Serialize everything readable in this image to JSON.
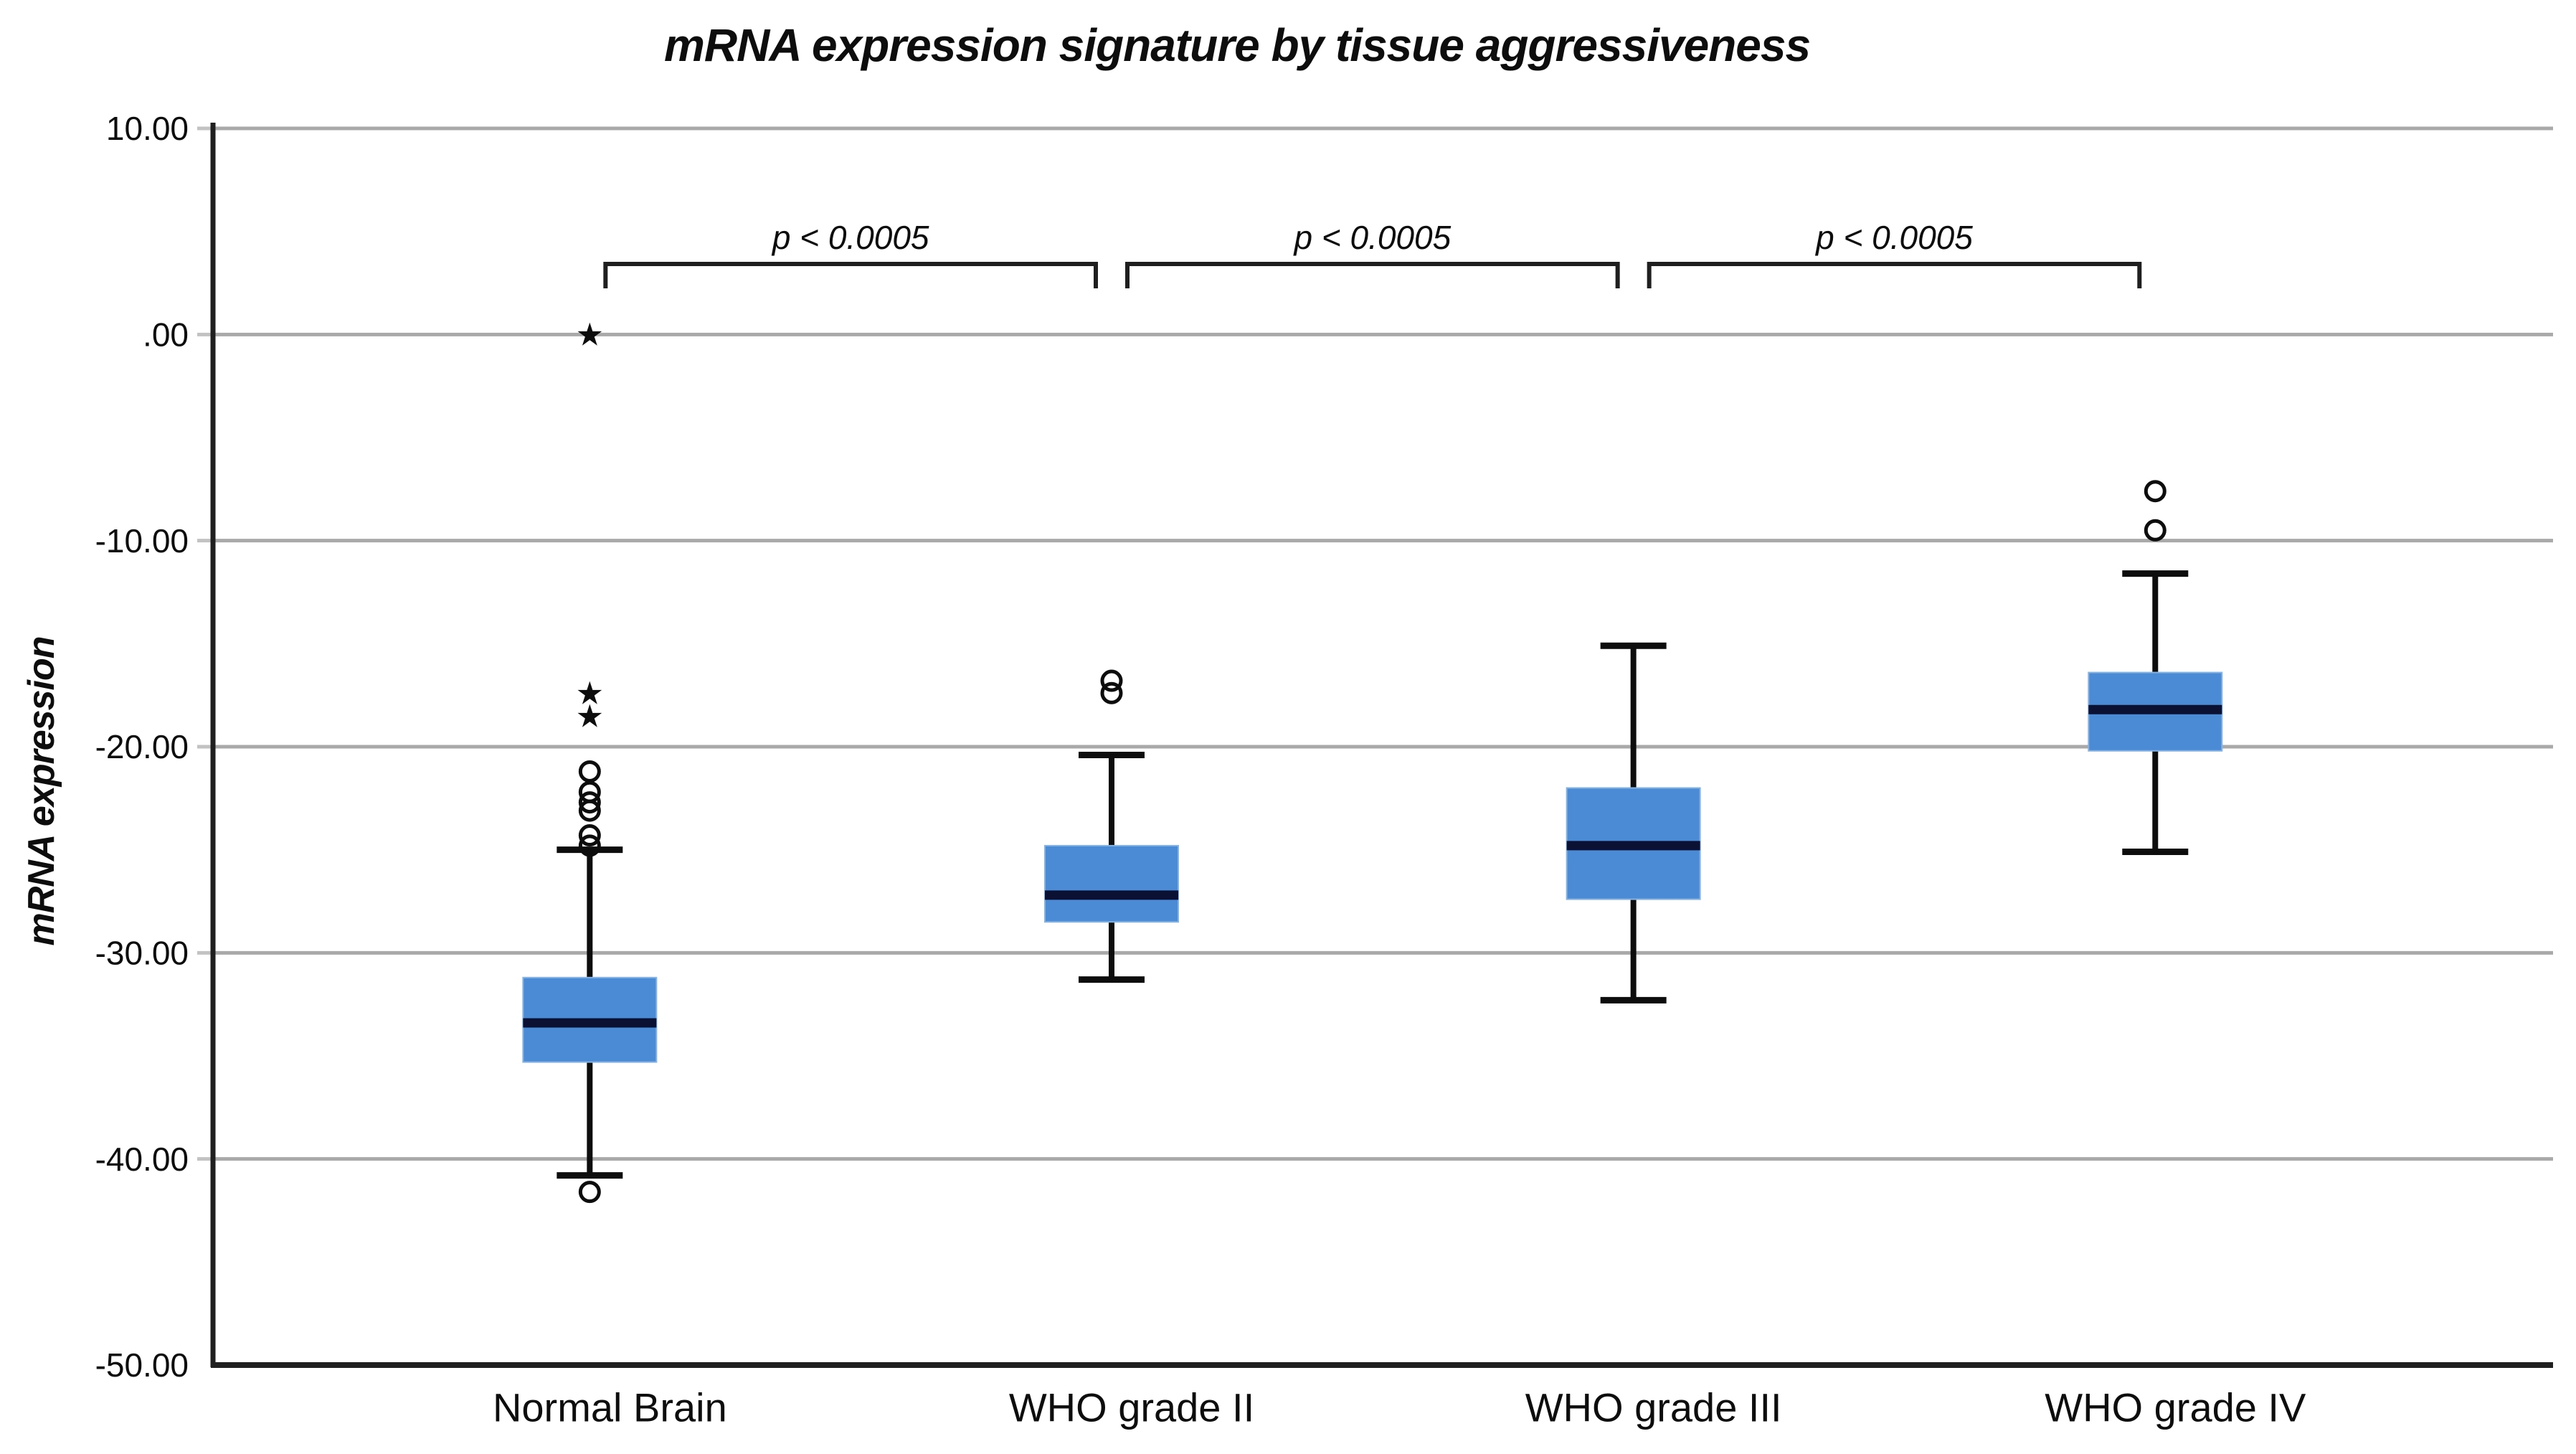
{
  "chart_data": {
    "type": "box",
    "title": "mRNA expression signature by tissue aggressiveness",
    "ylabel": "mRNA expression",
    "xlabel": "",
    "ylim": [
      -50,
      10
    ],
    "grid": "horizontal",
    "legend": "none",
    "yticks": [
      {
        "value": 10,
        "label": "10.00"
      },
      {
        "value": 0,
        "label": ".00"
      },
      {
        "value": -10,
        "label": "-10.00"
      },
      {
        "value": -20,
        "label": "-20.00"
      },
      {
        "value": -30,
        "label": "-30.00"
      },
      {
        "value": -40,
        "label": "-40.00"
      },
      {
        "value": -50,
        "label": "-50.00"
      }
    ],
    "categories": [
      "Normal Brain",
      "WHO grade II",
      "WHO grade III",
      "WHO grade IV"
    ],
    "boxes": [
      {
        "category": "Normal Brain",
        "whisker_low": -40.8,
        "q1": -35.3,
        "median": -33.4,
        "q3": -31.2,
        "whisker_high": -25.0,
        "outliers_circle": [
          -21.2,
          -22.2,
          -22.7,
          -23.1,
          -24.3,
          -24.8,
          -41.6
        ],
        "outliers_star": [
          0.0,
          -17.4,
          -18.5
        ]
      },
      {
        "category": "WHO grade II",
        "whisker_low": -31.3,
        "q1": -28.5,
        "median": -27.2,
        "q3": -24.8,
        "whisker_high": -20.4,
        "outliers_circle": [
          -16.8,
          -17.4
        ],
        "outliers_star": []
      },
      {
        "category": "WHO grade III",
        "whisker_low": -32.3,
        "q1": -27.4,
        "median": -24.8,
        "q3": -22.0,
        "whisker_high": -15.1,
        "outliers_circle": [],
        "outliers_star": []
      },
      {
        "category": "WHO grade IV",
        "whisker_low": -25.1,
        "q1": -20.2,
        "median": -18.2,
        "q3": -16.4,
        "whisker_high": -11.6,
        "outliers_circle": [
          -7.6,
          -9.5
        ],
        "outliers_star": []
      }
    ],
    "significance_brackets": [
      {
        "from": 0,
        "to": 1,
        "label": "p < 0.0005"
      },
      {
        "from": 1,
        "to": 2,
        "label": "p < 0.0005"
      },
      {
        "from": 2,
        "to": 3,
        "label": "p < 0.0005"
      }
    ],
    "colors": {
      "box_fill": "#4b8bd5",
      "box_edge": "#86b3e2",
      "median_line": "#0a1133",
      "whisker": "#0d0d0d",
      "axis": "#1f1f1f",
      "gridline": "#a9a9a9",
      "text": "#0d0d0d"
    }
  }
}
